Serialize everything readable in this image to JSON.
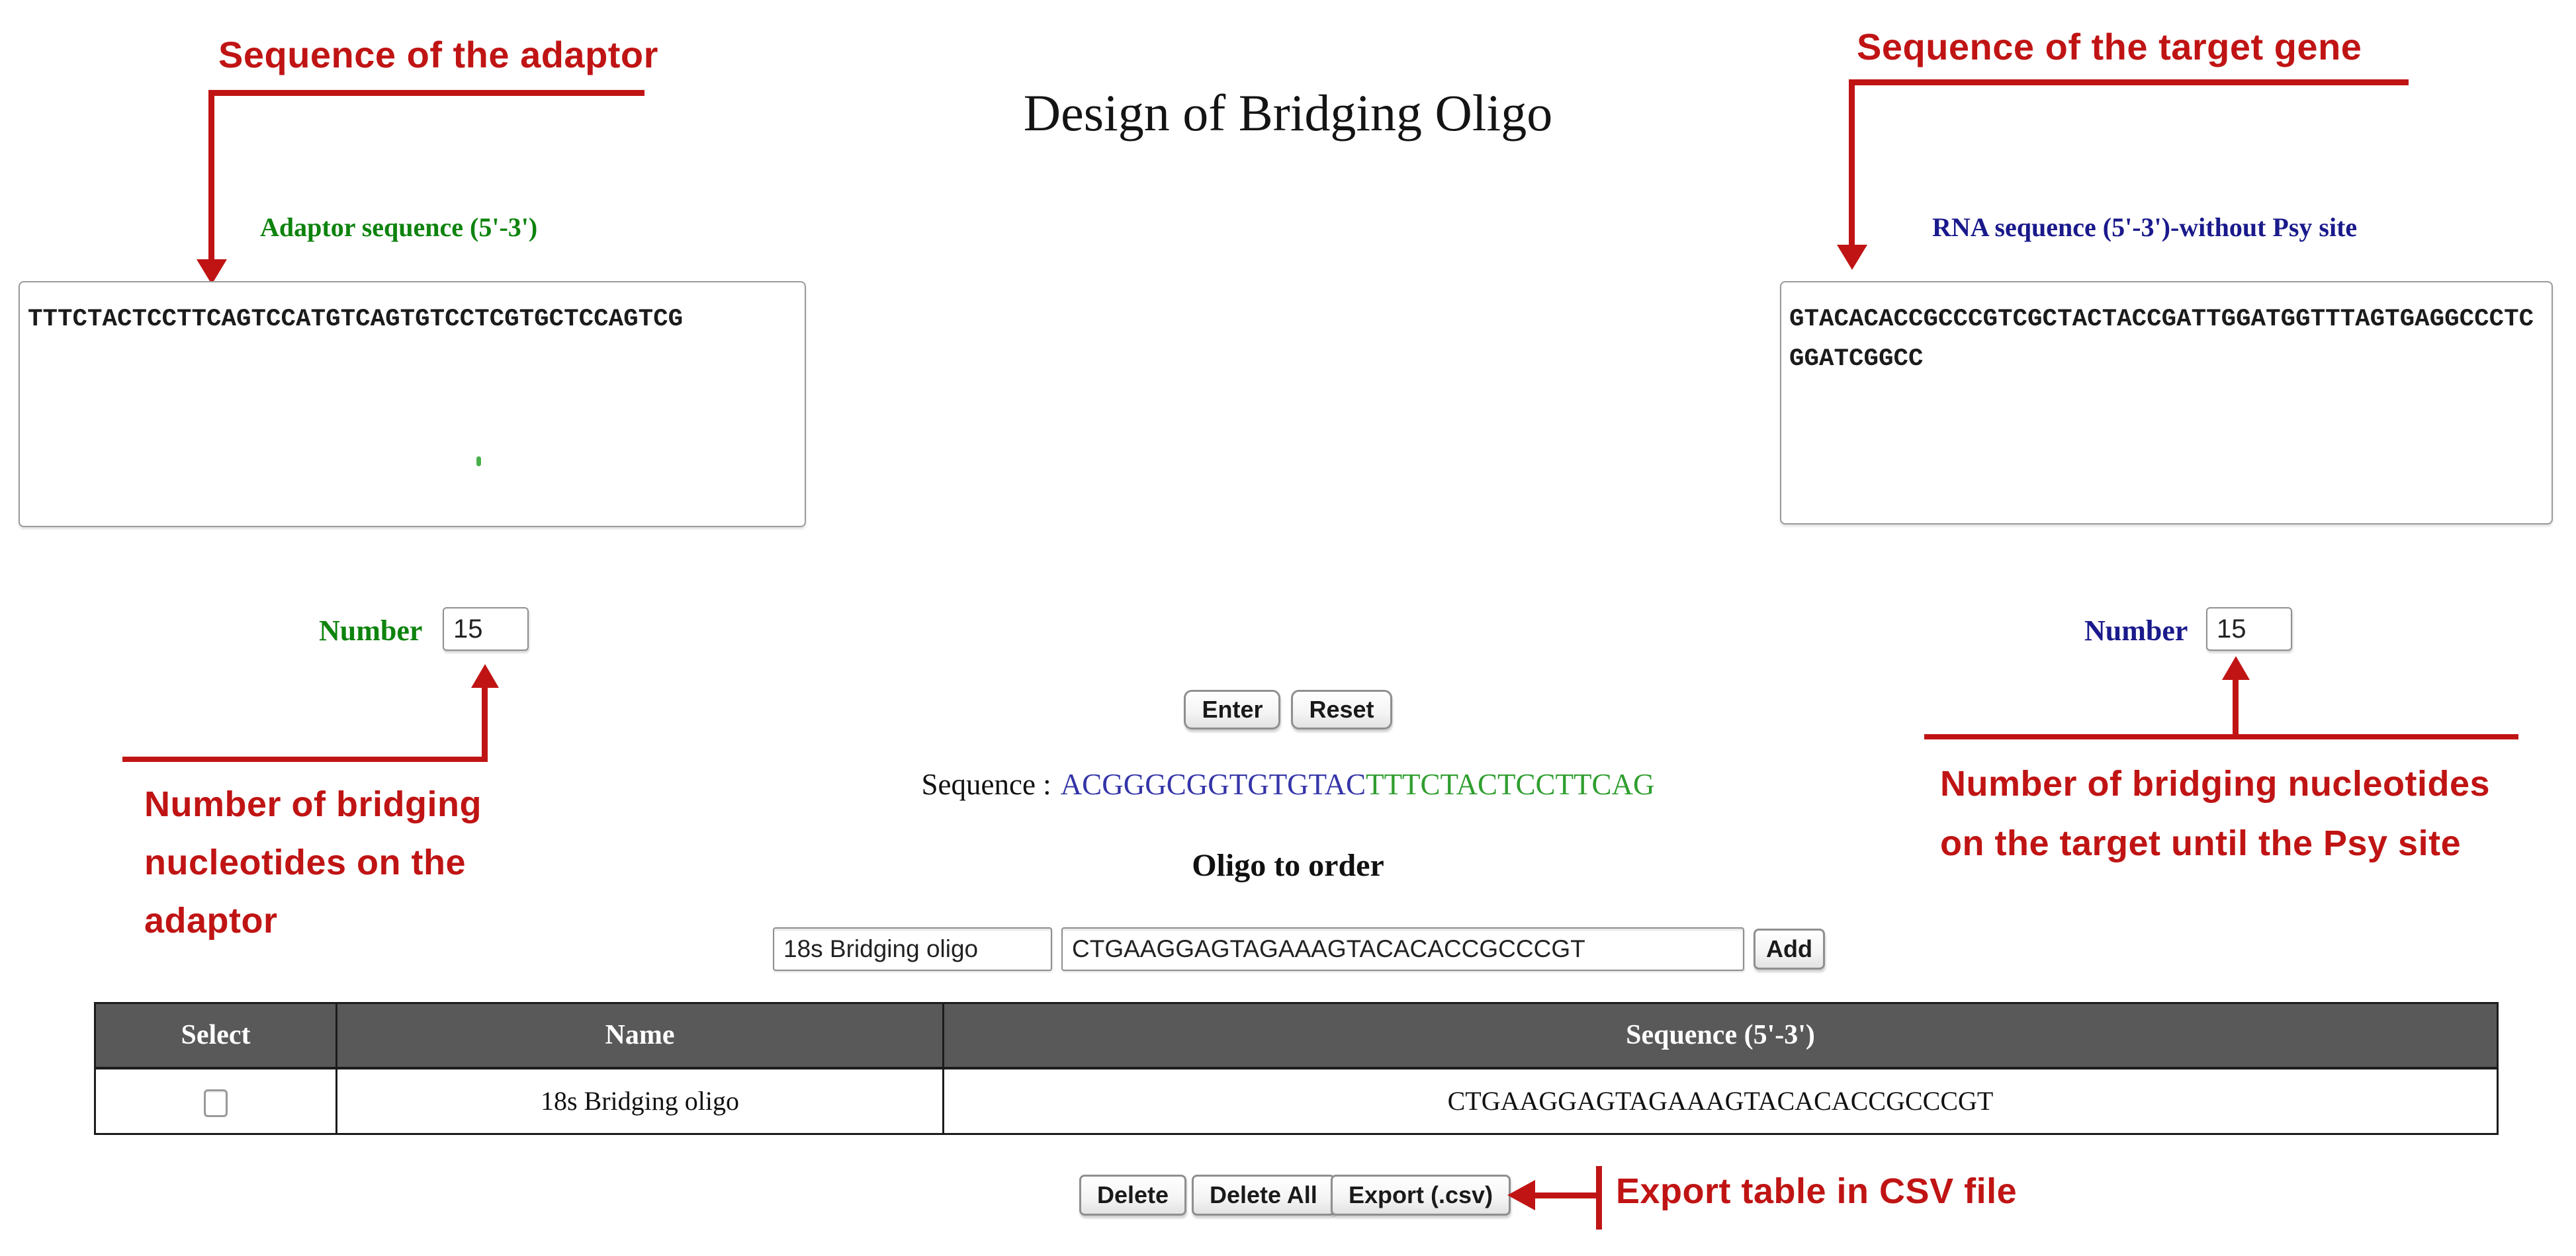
{
  "page": {
    "title": "Design of Bridging Oligo"
  },
  "colors": {
    "annotation_red": "#C01414",
    "label_green": "#0E830E",
    "label_navy": "#1A1A8C",
    "seq_blue": "#3434A8",
    "seq_green": "#2F9E2F",
    "header_bg": "#595959"
  },
  "annotations": {
    "adaptor": {
      "label": "Sequence of the adaptor"
    },
    "target": {
      "label": "Sequence of the target gene"
    },
    "adaptor_number": {
      "lines": [
        "Number of bridging",
        "nucleotides on the",
        "adaptor"
      ]
    },
    "target_number": {
      "lines": [
        "Number of bridging nucleotides",
        "on the target until the Psy site"
      ]
    },
    "export": {
      "label": "Export table in CSV file"
    }
  },
  "adaptor_panel": {
    "label": "Adaptor sequence (5'-3')",
    "sequence": "TTTCTACTCCTTCAGTCCATGTCAGTGTCCTCGTGCTCCAGTCG",
    "number_label": "Number",
    "number_value": "15"
  },
  "target_panel": {
    "label": "RNA sequence (5'-3')-without Psy site",
    "sequence": "GTACACACCGCCCGTCGCTACTACCGATTGGATGGTTTAGTGAGGCCCTCGGATCGGCC",
    "number_label": "Number",
    "number_value": "15"
  },
  "controls": {
    "enter": "Enter",
    "reset": "Reset",
    "add": "Add",
    "delete": "Delete",
    "delete_all": "Delete All",
    "export_csv": "Export (.csv)"
  },
  "result": {
    "label": "Sequence :",
    "blue_part": "ACGGGCGGTGTGTAC",
    "green_part": "TTTCTACTCCTTCAG"
  },
  "oligo_form": {
    "heading": "Oligo to order",
    "name_value": "18s Bridging oligo",
    "sequence_value": "CTGAAGGAGTAGAAAGTACACACCGCCCGT"
  },
  "table": {
    "headers": [
      "Select",
      "Name",
      "Sequence (5'-3')"
    ],
    "rows": [
      {
        "name": "18s Bridging oligo",
        "sequence": "CTGAAGGAGTAGAAAGTACACACCGCCCGT"
      }
    ]
  }
}
